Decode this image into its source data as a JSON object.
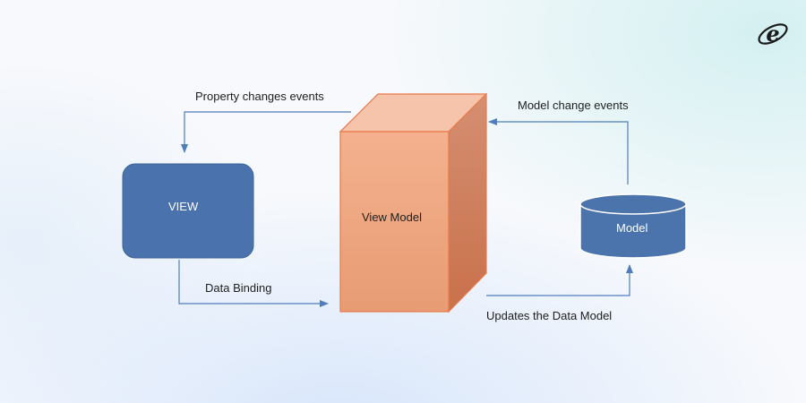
{
  "diagram": {
    "labels": {
      "property_changes": "Property changes events",
      "model_change": "Model change events",
      "data_binding": "Data Binding",
      "updates_model": "Updates the Data Model"
    },
    "nodes": {
      "view": "VIEW",
      "view_model": "View Model",
      "model": "Model"
    }
  },
  "logo": {
    "letter": "e",
    "icon": "brand-logo-icon"
  },
  "colors": {
    "view_fill": "#4a73ad",
    "model_fill": "#4b74ad",
    "cube_front": "#f0a682",
    "cube_top": "#f6c4aa",
    "cube_side": "#cd7f5e",
    "cube_edge": "#e87948",
    "arrow": "#4f7dbb"
  }
}
